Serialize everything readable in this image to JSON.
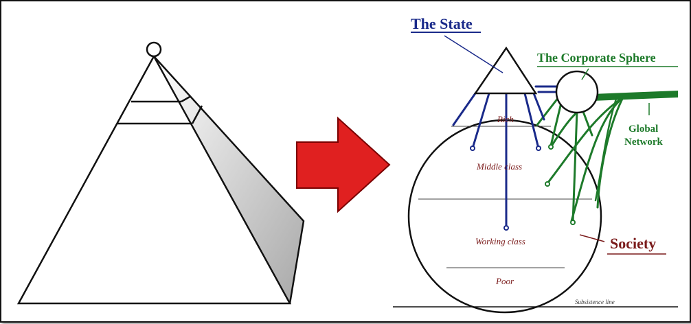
{
  "labels": {
    "state": "The State",
    "corporate": "The Corporate Sphere",
    "global_line1": "Global",
    "global_line2": "Network",
    "society": "Society",
    "rich": "Rich",
    "middle": "Middle class",
    "working": "Working class",
    "poor": "Poor",
    "subsistence": "Subsistence line"
  },
  "colors": {
    "state": "#1a2a8a",
    "corporate": "#1d7a2a",
    "society": "#7a1a1a",
    "arrow": "#e02020"
  }
}
